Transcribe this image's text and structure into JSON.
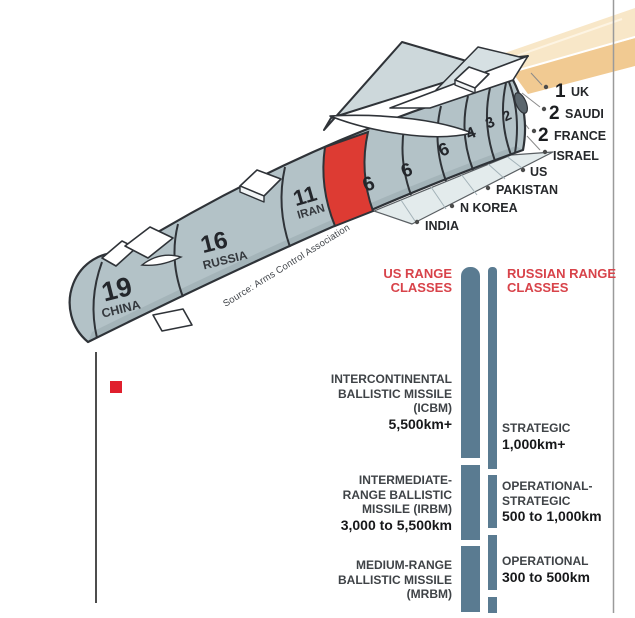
{
  "chart_data": [
    {
      "type": "bar",
      "categories": [
        "CHINA",
        "RUSSIA",
        "IRAN",
        "INDIA",
        "N KOREA",
        "PAKISTAN",
        "US",
        "ISRAEL",
        "FRANCE",
        "SAUDI",
        "UK"
      ],
      "values": [
        19,
        16,
        11,
        6,
        6,
        6,
        4,
        3,
        2,
        2,
        1
      ],
      "title": "",
      "xlabel": "",
      "ylabel": "",
      "annotations": [
        "INDIA segment highlighted in red on missile pictogram",
        "Source: Arms Control Association"
      ]
    },
    {
      "type": "table",
      "title": "US RANGE CLASSES",
      "rows": [
        [
          "INTERCONTINENTAL BALLISTIC MISSILE (ICBM)",
          "5,500km+"
        ],
        [
          "INTERMEDIATE-RANGE BALLISTIC MISSILE (IRBM)",
          "3,000 to 5,500km"
        ],
        [
          "MEDIUM-RANGE BALLISTIC MISSILE (MRBM)",
          ""
        ]
      ]
    },
    {
      "type": "table",
      "title": "RUSSIAN RANGE CLASSES",
      "rows": [
        [
          "STRATEGIC",
          "1,000km+"
        ],
        [
          "OPERATIONAL-STRATEGIC",
          "500 to 1,000km"
        ],
        [
          "OPERATIONAL",
          "300 to 500km"
        ]
      ]
    }
  ],
  "missile": {
    "source": "Source: Arms Control Association",
    "segments": [
      {
        "country": "CHINA",
        "count": "19"
      },
      {
        "country": "RUSSIA",
        "count": "16"
      },
      {
        "country": "IRAN",
        "count": "11"
      },
      {
        "country": "INDIA",
        "count": "6"
      },
      {
        "country": "N KOREA",
        "count": "6"
      },
      {
        "country": "PAKISTAN",
        "count": "6"
      },
      {
        "country": "US",
        "count": "4"
      },
      {
        "country": "ISRAEL",
        "count": "3"
      },
      {
        "country": "FRANCE",
        "count": "2"
      },
      {
        "country": "SAUDI",
        "count": "2"
      },
      {
        "country": "UK",
        "count": "1"
      }
    ]
  },
  "ranges": {
    "us": {
      "header1": "US RANGE",
      "header2": "CLASSES",
      "classes": [
        {
          "l1": "INTERCONTINENTAL",
          "l2": "BALLISTIC MISSILE",
          "l3": "(ICBM)",
          "value": "5,500km+"
        },
        {
          "l1": "INTERMEDIATE-",
          "l2": "RANGE BALLISTIC",
          "l3": "MISSILE (IRBM)",
          "value": "3,000 to 5,500km"
        },
        {
          "l1": "MEDIUM-RANGE",
          "l2": "BALLISTIC MISSILE",
          "l3": "(MRBM)"
        }
      ]
    },
    "russia": {
      "header1": "RUSSIAN RANGE",
      "header2": "CLASSES",
      "classes": [
        {
          "l1": "STRATEGIC",
          "value": "1,000km+"
        },
        {
          "l1": "OPERATIONAL-",
          "l2": "STRATEGIC",
          "value": "500 to 1,000km"
        },
        {
          "l1": "OPERATIONAL",
          "value": "300 to 500km"
        }
      ]
    }
  },
  "colors": {
    "body": "#b3c2c7",
    "outline": "#2f3338",
    "highlight_segment": "#dd3b33",
    "flame_main": "#f1ca92",
    "flame_pale": "#f8e7c8",
    "bar": "#5a7b91",
    "accent_red_text": "#d8434a",
    "legend_square": "#e01f2d"
  }
}
